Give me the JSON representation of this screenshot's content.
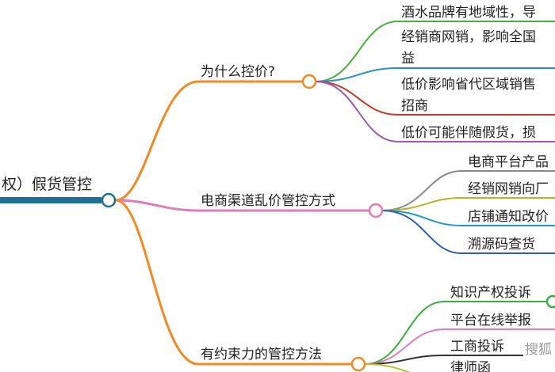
{
  "root": {
    "label": "权）假货管控",
    "color": "#1f6f98"
  },
  "branches": [
    {
      "label": "为什么控价?",
      "color": "#f08a24",
      "leaves": [
        {
          "label": "酒水品牌有地域性，导",
          "color": "#4caf3c"
        },
        {
          "label": "经销商网销，影响全国",
          "label2": "益",
          "color": "#2a8fd0"
        },
        {
          "label": "低价影响省代区域销售",
          "label2": "招商",
          "color": "#c0392b"
        },
        {
          "label": "低价可能伴随假货，损",
          "color": "#9b59b6"
        }
      ]
    },
    {
      "label": "电商渠道乱价管控方式",
      "color": "#e07bbd",
      "leaves": [
        {
          "label": "电商平台产品",
          "color": "#8a8a8a"
        },
        {
          "label": "经销网销向厂",
          "color": "#b5b52a"
        },
        {
          "label": "店铺通知改价",
          "color": "#1e9bc2"
        },
        {
          "label": "溯源码查货",
          "color": "#2f5fa8"
        }
      ]
    },
    {
      "label": "有约束力的管控方法",
      "color": "#f08a24",
      "leaves": [
        {
          "label": "知识产权投诉",
          "color": "#3cae3c"
        },
        {
          "label": "平台在线举报",
          "color": "#e07bbd"
        },
        {
          "label": "工商投诉",
          "color": "#333333"
        },
        {
          "label": "律师函",
          "color": "#b5c22a"
        }
      ]
    }
  ],
  "watermark": "搜狐"
}
